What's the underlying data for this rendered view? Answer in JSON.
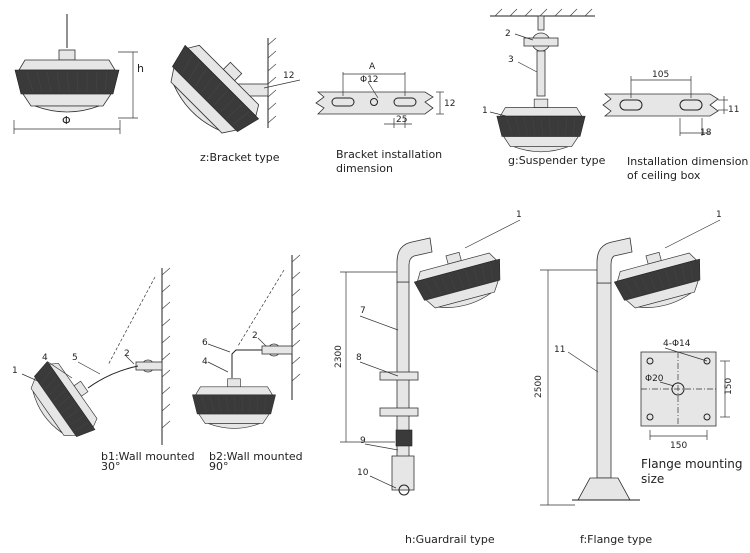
{
  "captions": {
    "bracket": "z:Bracket type",
    "bracket_install_1": "Bracket installation",
    "bracket_install_2": "dimension",
    "suspender": "g:Suspender type",
    "ceiling_1": "Installation dimension",
    "ceiling_2": "of ceiling box",
    "wall30_1": "b1:Wall mounted",
    "wall30_2": "30°",
    "wall90_1": "b2:Wall mounted",
    "wall90_2": "90°",
    "guardrail": "h:Guardrail type",
    "flange": "f:Flange type",
    "flange_mount_1": "Flange mounting",
    "flange_mount_2": "size"
  },
  "dims": {
    "h": "h",
    "phi": "Φ",
    "a": "A",
    "phi12": "Φ12",
    "d12": "12",
    "d25": "25",
    "d105": "105",
    "d11": "11",
    "d18": "18",
    "d2300": "2300",
    "d2500": "2500",
    "holes": "4-Φ14",
    "phi20": "Φ20",
    "d150h": "150",
    "d150v": "150"
  },
  "part_numbers": {
    "n1": "1",
    "n2": "2",
    "n3": "3",
    "n4": "4",
    "n5": "5",
    "n6": "6",
    "n7": "7",
    "n8": "8",
    "n9": "9",
    "n10": "10",
    "n11": "11",
    "n12": "12"
  }
}
